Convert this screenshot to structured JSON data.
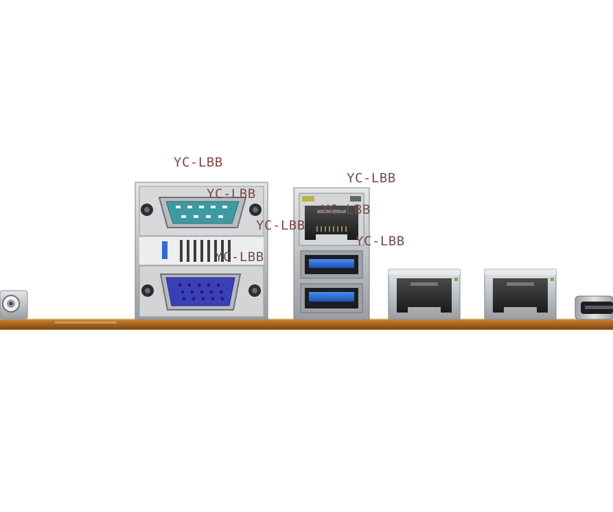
{
  "watermark": {
    "color": "#7a4a48",
    "labels": [
      "YC-LBB",
      "YC-LBB",
      "YC-LBB",
      "YC-LBB",
      "YC-LBB",
      "YC-LBB",
      "YC-LBB"
    ]
  },
  "colors": {
    "pcb": "#a8641c",
    "metal": "#c9cbcd",
    "serial_insert": "#3e9aa2",
    "vga_insert": "#3b3fb7",
    "usb_insert": "#2a67d4"
  },
  "ports": [
    {
      "kind": "antenna-post"
    },
    {
      "kind": "serial-vga-stack"
    },
    {
      "kind": "lan-usb-stack"
    },
    {
      "kind": "rj45"
    },
    {
      "kind": "rj45"
    },
    {
      "kind": "micro-usb"
    }
  ]
}
